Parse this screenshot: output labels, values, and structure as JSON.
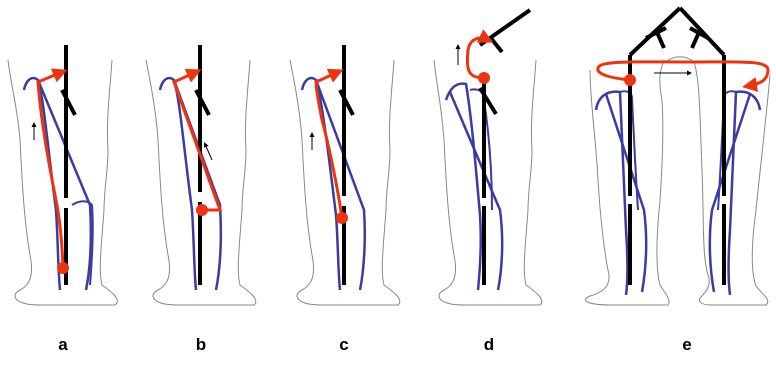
{
  "panels": [
    {
      "id": "a",
      "label": "a"
    },
    {
      "id": "b",
      "label": "b"
    },
    {
      "id": "c",
      "label": "c"
    },
    {
      "id": "d",
      "label": "d"
    },
    {
      "id": "e",
      "label": "e"
    }
  ],
  "colors": {
    "outline": "#888888",
    "vein": "#3b3ba0",
    "shunt": "#ee3311",
    "vertical_axis": "#000000",
    "arrow": "#000000"
  }
}
